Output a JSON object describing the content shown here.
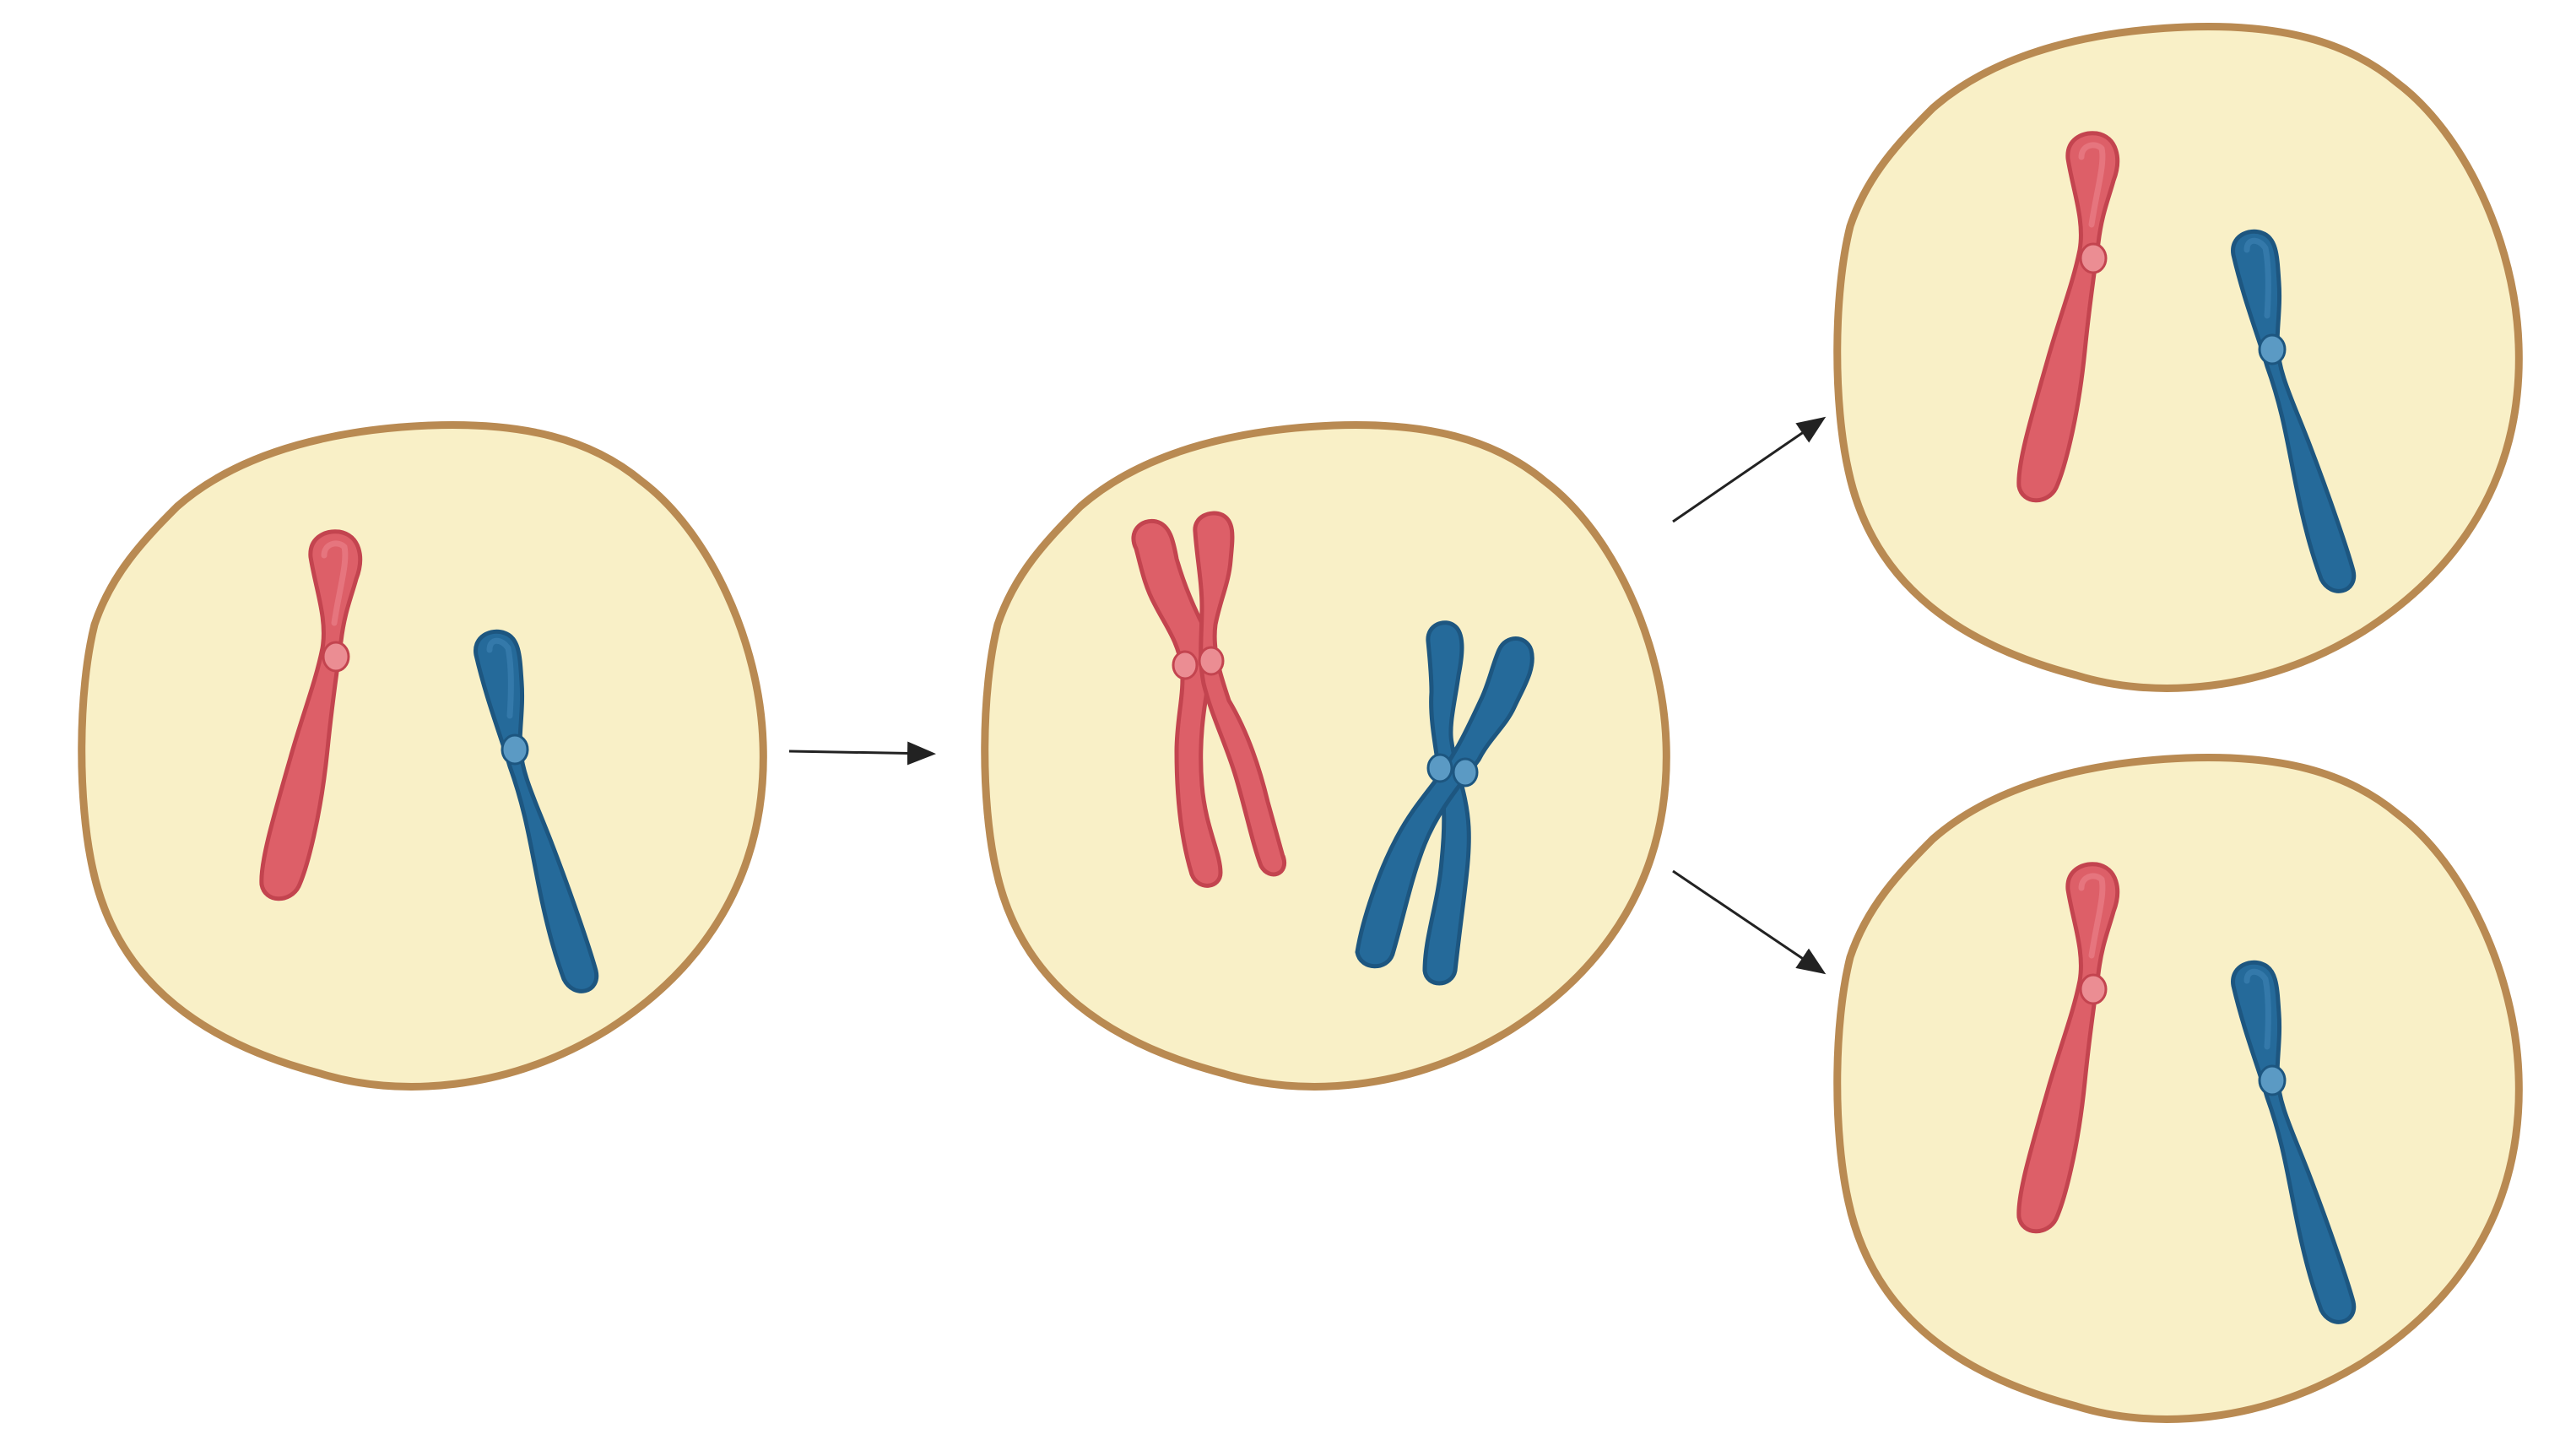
{
  "diagram": {
    "stages": [
      {
        "id": "parent-cell",
        "chromosomes": [
          "single-red",
          "single-blue"
        ],
        "state": "unreplicated"
      },
      {
        "id": "replicated-cell",
        "chromosomes": [
          "sister-red",
          "sister-blue"
        ],
        "state": "replicated"
      },
      {
        "id": "daughter-cell-top",
        "chromosomes": [
          "single-red",
          "single-blue"
        ],
        "state": "unreplicated"
      },
      {
        "id": "daughter-cell-bottom",
        "chromosomes": [
          "single-red",
          "single-blue"
        ],
        "state": "unreplicated"
      }
    ],
    "arrows": [
      {
        "from": "parent-cell",
        "to": "replicated-cell"
      },
      {
        "from": "replicated-cell",
        "to": "daughter-cell-top"
      },
      {
        "from": "replicated-cell",
        "to": "daughter-cell-bottom"
      }
    ]
  },
  "colors": {
    "background": "#ffffff",
    "cell_fill": "#f9f0c7",
    "cell_outline": "#b98a52",
    "red_chromosome": "#dd5f68",
    "red_chromosome_dark": "#c3444f",
    "red_centromere": "#eb8d93",
    "blue_chromosome": "#256a9a",
    "blue_chromosome_dark": "#1d5680",
    "blue_centromere": "#5b9ac4",
    "arrow": "#222222"
  }
}
